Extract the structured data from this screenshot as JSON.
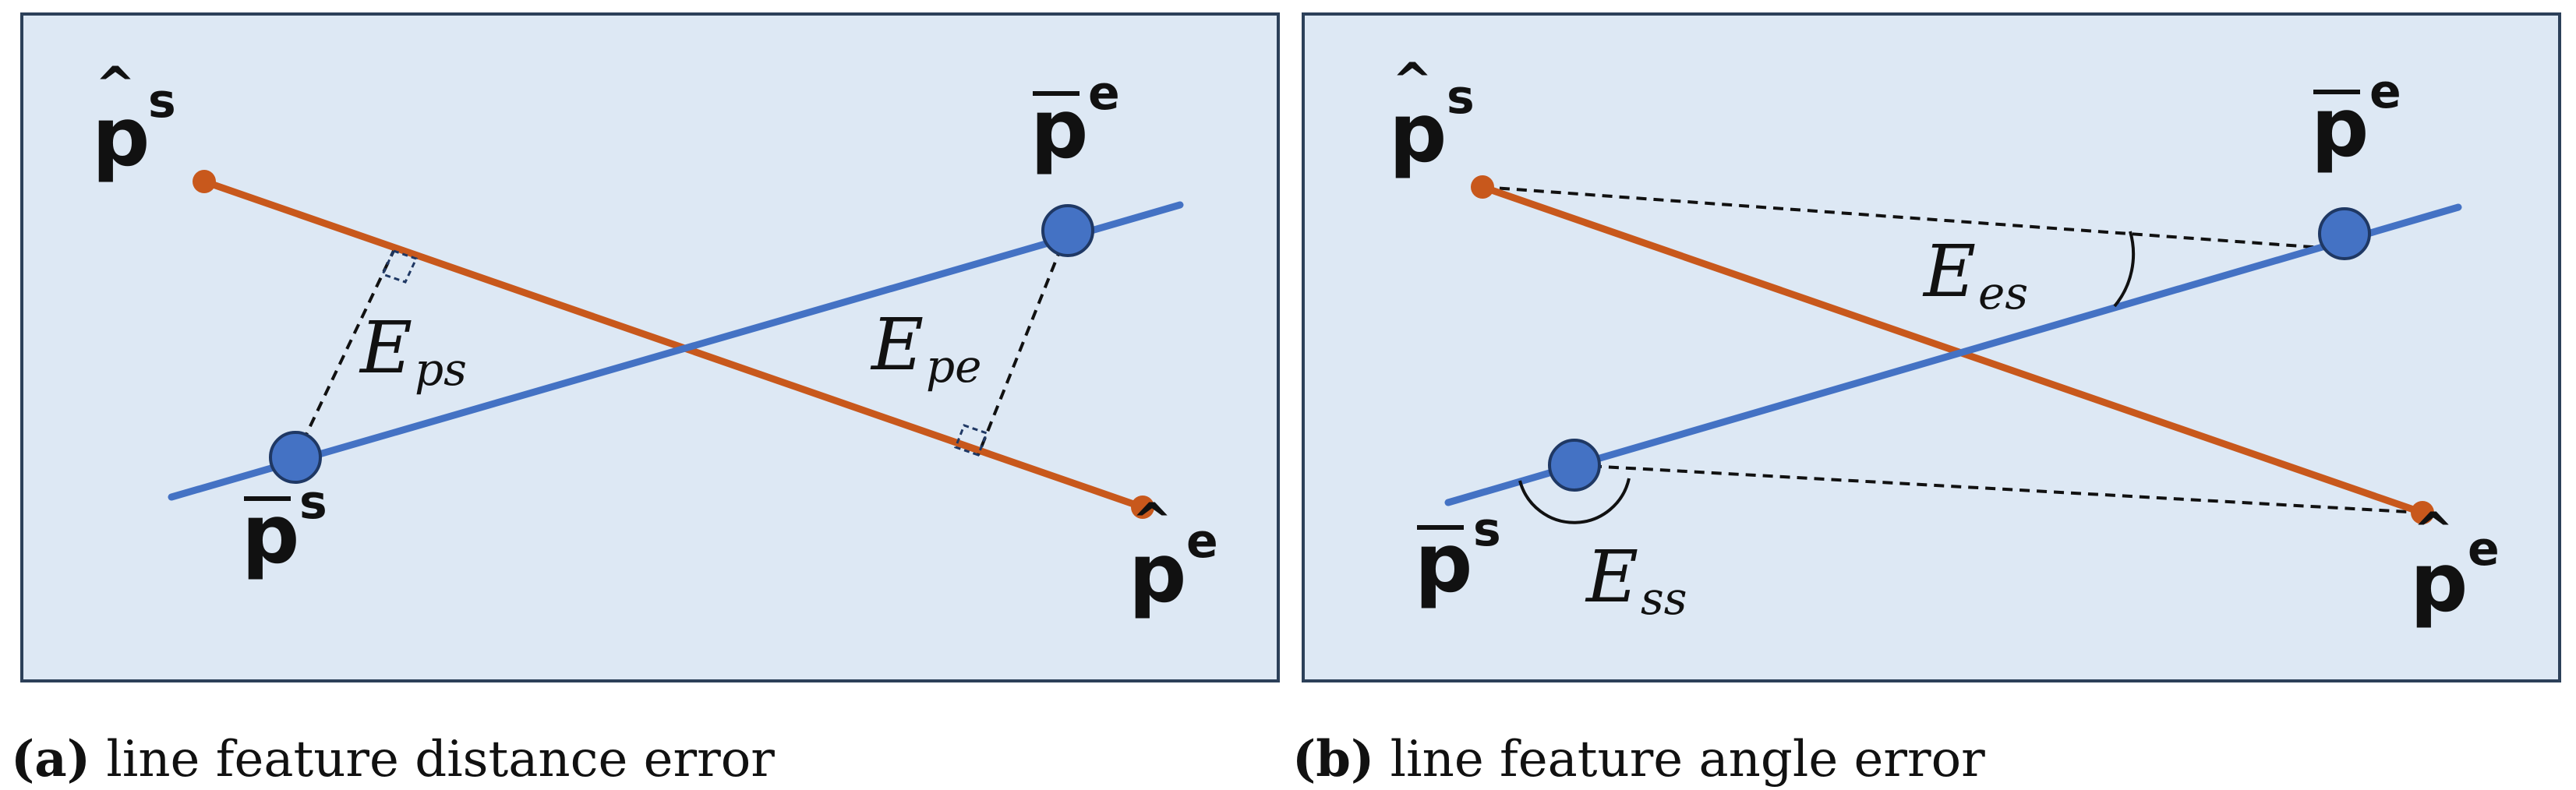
{
  "panel_a": {
    "label_p_hat_s": {
      "base": "p",
      "sup": "s"
    },
    "label_p_bar_e": {
      "base": "p",
      "sup": "e"
    },
    "label_p_bar_s": {
      "base": "p",
      "sup": "s"
    },
    "label_p_hat_e": {
      "base": "p",
      "sup": "e"
    },
    "err_ps": {
      "base": "E",
      "sub": "ps"
    },
    "err_pe": {
      "base": "E",
      "sub": "pe"
    },
    "caption_tag": "(a)",
    "caption_text": " line feature distance error"
  },
  "panel_b": {
    "label_p_hat_s": {
      "base": "p",
      "sup": "s"
    },
    "label_p_bar_e": {
      "base": "p",
      "sup": "e"
    },
    "label_p_bar_s": {
      "base": "p",
      "sup": "s"
    },
    "label_p_hat_e": {
      "base": "p",
      "sup": "e"
    },
    "err_es": {
      "base": "E",
      "sub": "es"
    },
    "err_ss": {
      "base": "E",
      "sub": "ss"
    },
    "caption_tag": "(b)",
    "caption_text": " line feature angle error"
  },
  "colors": {
    "panel_background": "#dde8f4",
    "panel_border": "#2c4059",
    "estimated_line": "#c8581c",
    "observed_line": "#4472c4"
  }
}
